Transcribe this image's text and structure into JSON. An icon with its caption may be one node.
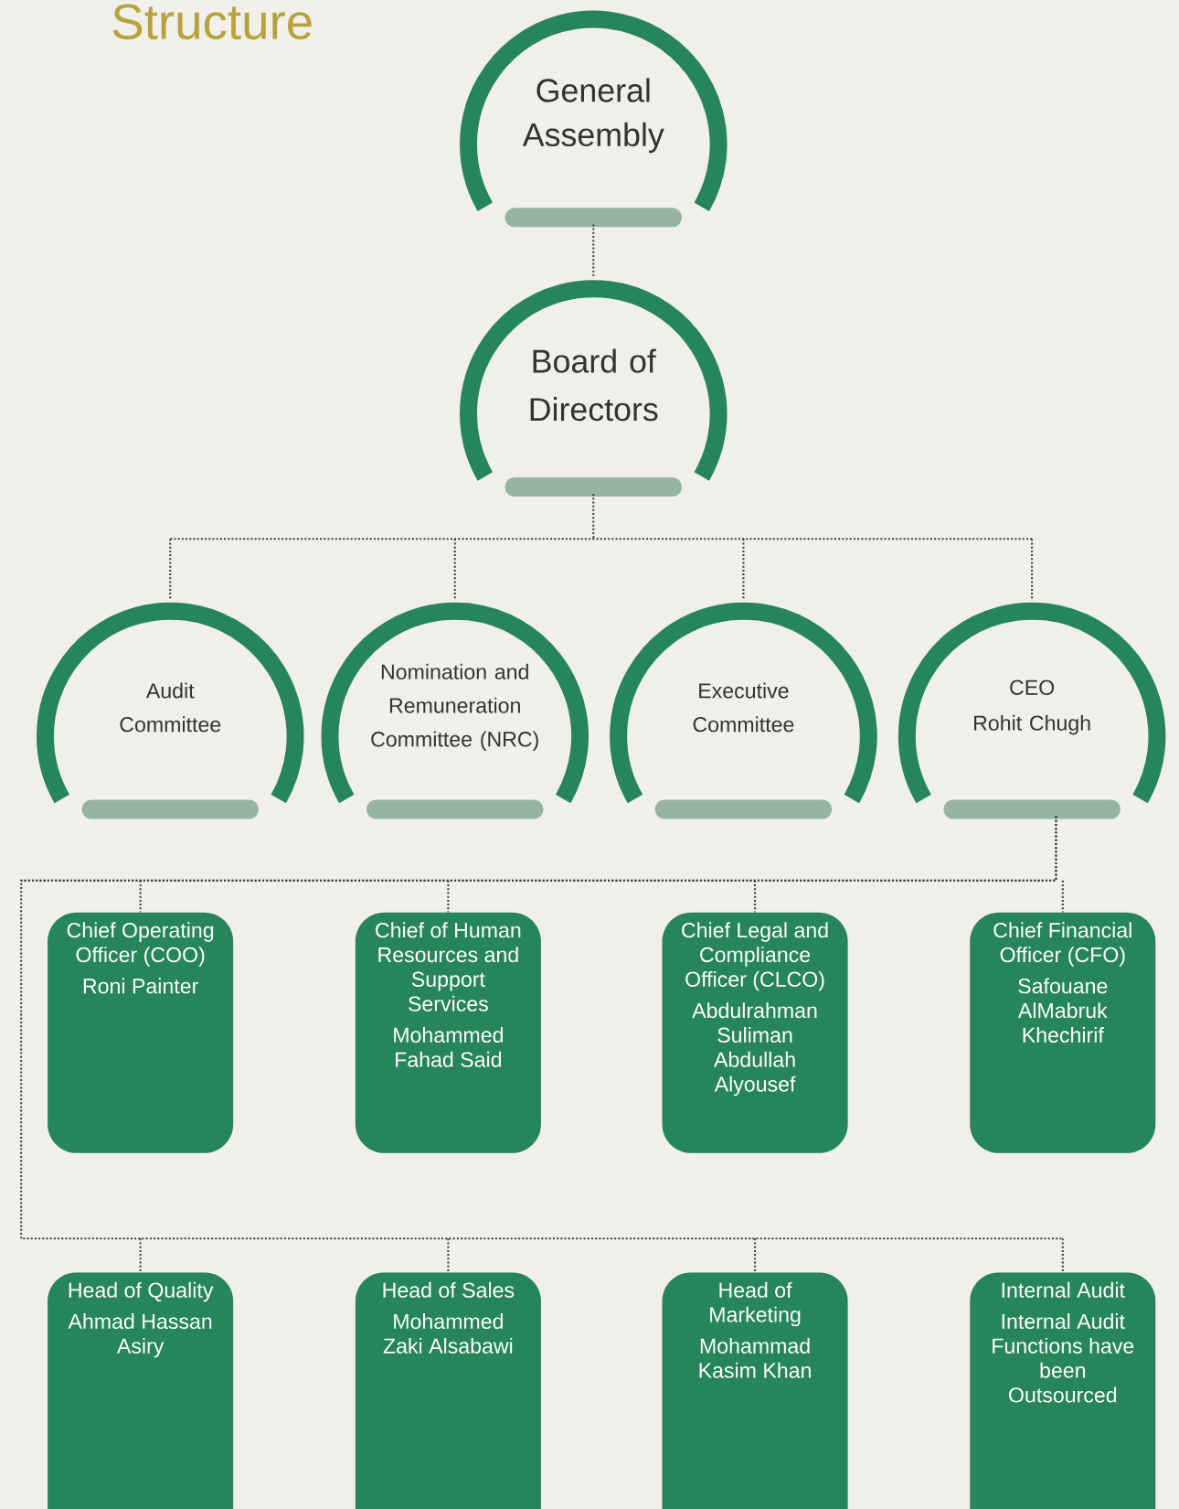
{
  "diagram": {
    "title": "Structure",
    "nodes": [
      {
        "text": [
          "General Assembly"
        ]
      },
      {
        "text": [
          "Board of Directors"
        ]
      },
      {
        "text": [
          "Audit Committee"
        ]
      },
      {
        "text": [
          "Nomination and Remuneration Committee (NRC)"
        ]
      },
      {
        "text": [
          "Executive Committee"
        ]
      },
      {
        "text": [
          "CEO",
          "Rohit Chugh"
        ]
      },
      {
        "text": [
          "Chief Operating Officer (COO)",
          "Roni Painter"
        ]
      },
      {
        "text": [
          "Chief of Human Resources and Support Services",
          "Mohammed Fahad Said"
        ]
      },
      {
        "text": [
          "Chief Legal and Compliance Officer (CLCO)",
          "Abdulrahman Suliman Abdullah Alyousef"
        ]
      },
      {
        "text": [
          "Chief Financial Officer (CFO)",
          "Safouane AlMabruk Khechirif"
        ]
      },
      {
        "text": [
          "Head of Quality",
          "Ahmad Hassan Asiry"
        ]
      },
      {
        "text": [
          "Head of Sales",
          "Mohammed Zaki Alsabawi"
        ]
      },
      {
        "text": [
          "Head of Marketing",
          "Mohammad Kasim Khan"
        ]
      },
      {
        "text": [
          "Internal Audit",
          "Internal Audit Functions have been Outsourced"
        ]
      }
    ],
    "edges": [
      {
        "from": 0,
        "to": 1,
        "arrow": "none"
      },
      {
        "from": 1,
        "to": 2,
        "arrow": "none"
      },
      {
        "from": 1,
        "to": 3,
        "arrow": "none"
      },
      {
        "from": 1,
        "to": 4,
        "arrow": "none"
      },
      {
        "from": 1,
        "to": 5,
        "arrow": "none"
      },
      {
        "from": 5,
        "to": 6,
        "arrow": "none"
      },
      {
        "from": 5,
        "to": 7,
        "arrow": "none"
      },
      {
        "from": 5,
        "to": 8,
        "arrow": "none"
      },
      {
        "from": 5,
        "to": 9,
        "arrow": "none"
      },
      {
        "from": 5,
        "to": 10,
        "arrow": "none"
      },
      {
        "from": 5,
        "to": 11,
        "arrow": "none"
      },
      {
        "from": 5,
        "to": 12,
        "arrow": "none"
      },
      {
        "from": 5,
        "to": 13,
        "arrow": "none"
      }
    ]
  }
}
